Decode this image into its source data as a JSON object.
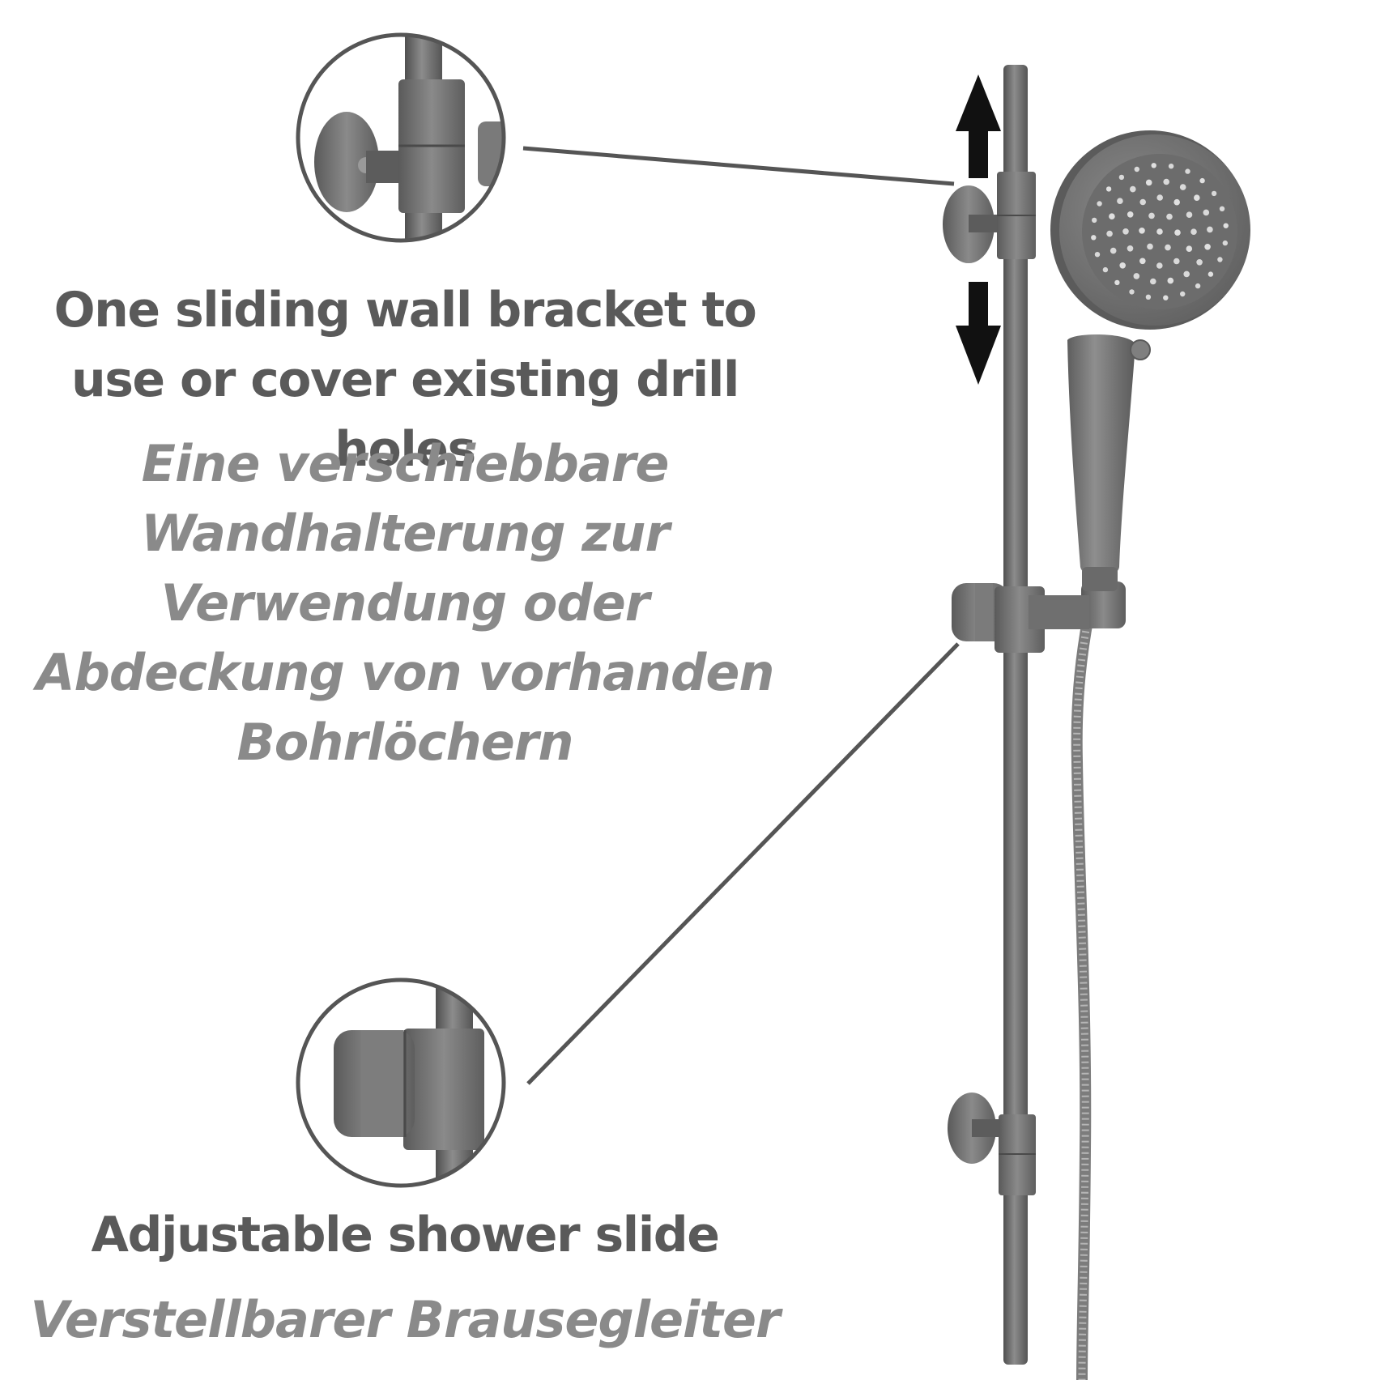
{
  "callouts": {
    "bracket": {
      "title": "One sliding wall bracket to use or cover existing drill holes",
      "subtitle": "Eine verschiebbare Wandhalterung zur Verwendung oder Abdeckung von vorhanden Bohrlöchern"
    },
    "slide": {
      "title": "Adjustable shower slide",
      "subtitle": "Verstellbarer Brausegleiter"
    }
  },
  "colors": {
    "metal": "#6e6e6e",
    "metal_dark": "#4f4f4f",
    "metal_light": "#8c8c8c",
    "outline": "#555555",
    "arrow": "#111111",
    "title_text": "#5a5a5a",
    "subtitle_text": "#8a8a8a"
  },
  "icons": {
    "adjust": "up-down-arrows-icon"
  }
}
